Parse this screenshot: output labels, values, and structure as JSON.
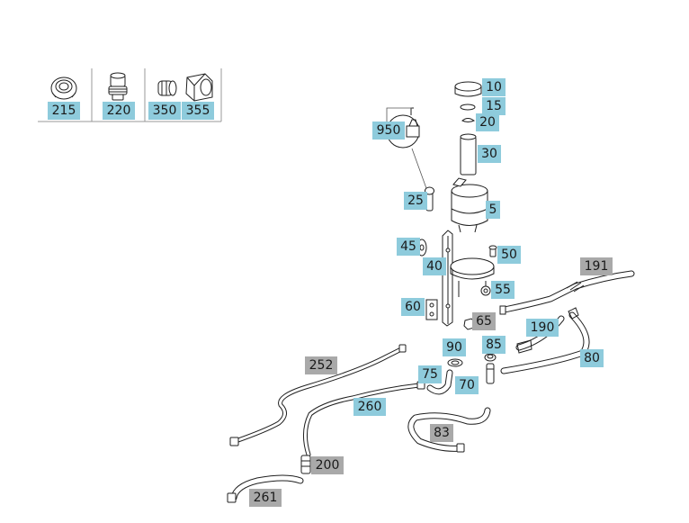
{
  "colors": {
    "active_label": "#8ecbdc",
    "inactive_label": "#a9a9a9",
    "line": "#1f1f1f"
  },
  "legend": {
    "items": [
      {
        "id": "215",
        "label": "215",
        "icon": "threaded-fitting-icon"
      },
      {
        "id": "220",
        "label": "220",
        "icon": "hose-union-icon"
      },
      {
        "id": "350",
        "label": "350",
        "icon": "sleeve-icon"
      },
      {
        "id": "355",
        "label": "355",
        "icon": "hex-nut-icon"
      }
    ]
  },
  "callouts": [
    {
      "id": "10",
      "label": "10",
      "state": "active"
    },
    {
      "id": "15",
      "label": "15",
      "state": "active"
    },
    {
      "id": "20",
      "label": "20",
      "state": "active"
    },
    {
      "id": "950",
      "label": "950",
      "state": "active"
    },
    {
      "id": "30",
      "label": "30",
      "state": "active"
    },
    {
      "id": "25",
      "label": "25",
      "state": "active"
    },
    {
      "id": "5",
      "label": "5",
      "state": "active"
    },
    {
      "id": "45",
      "label": "45",
      "state": "active"
    },
    {
      "id": "50",
      "label": "50",
      "state": "active"
    },
    {
      "id": "40",
      "label": "40",
      "state": "active"
    },
    {
      "id": "191",
      "label": "191",
      "state": "inactive"
    },
    {
      "id": "55",
      "label": "55",
      "state": "active"
    },
    {
      "id": "60",
      "label": "60",
      "state": "active"
    },
    {
      "id": "65",
      "label": "65",
      "state": "inactive"
    },
    {
      "id": "190",
      "label": "190",
      "state": "active"
    },
    {
      "id": "85",
      "label": "85",
      "state": "active"
    },
    {
      "id": "90",
      "label": "90",
      "state": "active"
    },
    {
      "id": "80",
      "label": "80",
      "state": "active"
    },
    {
      "id": "252",
      "label": "252",
      "state": "inactive"
    },
    {
      "id": "75",
      "label": "75",
      "state": "active"
    },
    {
      "id": "70",
      "label": "70",
      "state": "active"
    },
    {
      "id": "260",
      "label": "260",
      "state": "active"
    },
    {
      "id": "83",
      "label": "83",
      "state": "inactive"
    },
    {
      "id": "200",
      "label": "200",
      "state": "inactive"
    },
    {
      "id": "261",
      "label": "261",
      "state": "inactive"
    }
  ]
}
